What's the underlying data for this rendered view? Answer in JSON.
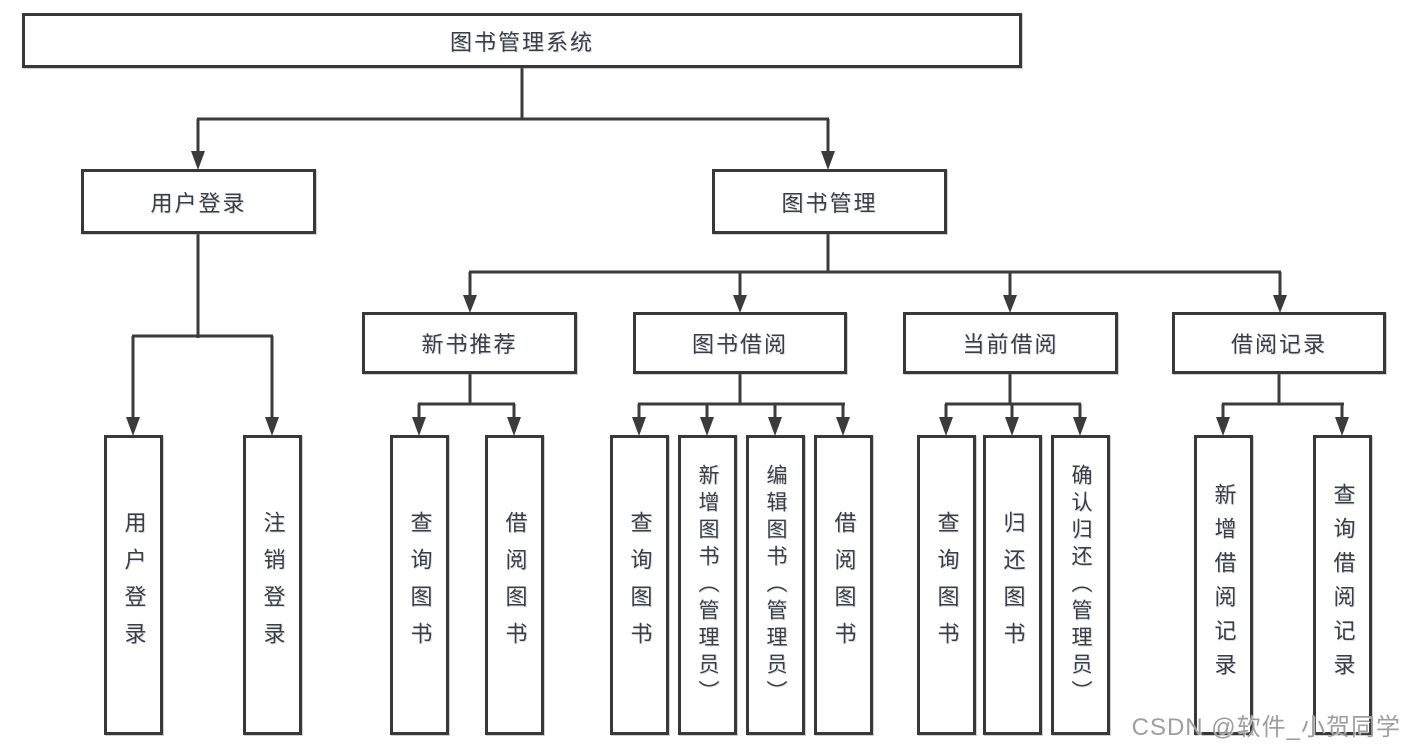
{
  "diagram": {
    "title": "图书管理系统",
    "watermark": "CSDN @软件_小贺同学",
    "colors": {
      "line": "#3b3b3b",
      "box_border": "#383838",
      "text": "#3d3d3d",
      "watermark": "#9e9e9e",
      "background": "#ffffff"
    },
    "nodes": {
      "root": {
        "label": "图书管理系统"
      },
      "user_login": {
        "label": "用户登录"
      },
      "book_mgmt": {
        "label": "图书管理"
      },
      "new_book_rec": {
        "label": "新书推荐"
      },
      "book_borrow": {
        "label": "图书借阅"
      },
      "current_borrow": {
        "label": "当前借阅"
      },
      "borrow_records": {
        "label": "借阅记录"
      },
      "leaf_user_login": {
        "label": "用户登录"
      },
      "leaf_logout": {
        "label": "注销登录"
      },
      "leaf_query_book_1": {
        "label": "查询图书"
      },
      "leaf_borrow_book_1": {
        "label": "借阅图书"
      },
      "leaf_query_book_2": {
        "label": "查询图书"
      },
      "leaf_add_book": {
        "label": "新增图书（管理员）"
      },
      "leaf_edit_book": {
        "label": "编辑图书（管理员）"
      },
      "leaf_borrow_book_2": {
        "label": "借阅图书"
      },
      "leaf_query_book_3": {
        "label": "查询图书"
      },
      "leaf_return_book": {
        "label": "归还图书"
      },
      "leaf_confirm_return": {
        "label": "确认归还（管理员）"
      },
      "leaf_add_record": {
        "label": "新增借阅记录"
      },
      "leaf_query_record": {
        "label": "查询借阅记录"
      }
    },
    "edges": [
      "图书管理系统→用户登录",
      "图书管理系统→图书管理",
      "用户登录→用户登录(叶)",
      "用户登录→注销登录",
      "图书管理→新书推荐",
      "图书管理→图书借阅",
      "图书管理→当前借阅",
      "图书管理→借阅记录",
      "新书推荐→查询图书",
      "新书推荐→借阅图书",
      "图书借阅→查询图书",
      "图书借阅→新增图书（管理员）",
      "图书借阅→编辑图书（管理员）",
      "图书借阅→借阅图书",
      "当前借阅→查询图书",
      "当前借阅→归还图书",
      "当前借阅→确认归还（管理员）",
      "借阅记录→新增借阅记录",
      "借阅记录→查询借阅记录"
    ]
  }
}
